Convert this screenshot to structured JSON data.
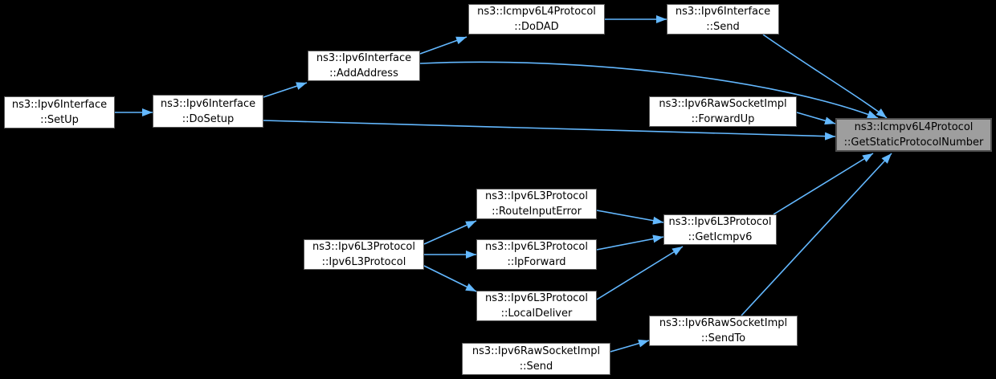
{
  "diagram": {
    "kind": "doxygen-call-graph",
    "background_color": "#000000",
    "arrow_color": "#63b8ff",
    "node_fill": "#ffffff",
    "node_border": "#5a5a5a",
    "highlight_fill": "#9e9e9e",
    "highlight_border": "#4f4f4f"
  },
  "nodes": {
    "setup": {
      "line1": "ns3::Ipv6Interface",
      "line2": "::SetUp"
    },
    "dosetup": {
      "line1": "ns3::Ipv6Interface",
      "line2": "::DoSetup"
    },
    "addaddress": {
      "line1": "ns3::Ipv6Interface",
      "line2": "::AddAddress"
    },
    "dodad": {
      "line1": "ns3::Icmpv6L4Protocol",
      "line2": "::DoDAD"
    },
    "send_iface": {
      "line1": "ns3::Ipv6Interface",
      "line2": "::Send"
    },
    "forwardup": {
      "line1": "ns3::Ipv6RawSocketImpl",
      "line2": "::ForwardUp"
    },
    "getstatic": {
      "line1": "ns3::Icmpv6L4Protocol",
      "line2": "::GetStaticProtocolNumber"
    },
    "routeinput": {
      "line1": "ns3::Ipv6L3Protocol",
      "line2": "::RouteInputError"
    },
    "ctor": {
      "line1": "ns3::Ipv6L3Protocol",
      "line2": "::Ipv6L3Protocol"
    },
    "ipforward": {
      "line1": "ns3::Ipv6L3Protocol",
      "line2": "::IpForward"
    },
    "geticmpv6": {
      "line1": "ns3::Ipv6L3Protocol",
      "line2": "::GetIcmpv6"
    },
    "localdeliver": {
      "line1": "ns3::Ipv6L3Protocol",
      "line2": "::LocalDeliver"
    },
    "sendto": {
      "line1": "ns3::Ipv6RawSocketImpl",
      "line2": "::SendTo"
    },
    "send_raw": {
      "line1": "ns3::Ipv6RawSocketImpl",
      "line2": "::Send"
    }
  },
  "edges": [
    {
      "from": "ns3::Ipv6Interface::SetUp",
      "to": "ns3::Ipv6Interface::DoSetup"
    },
    {
      "from": "ns3::Ipv6Interface::DoSetup",
      "to": "ns3::Ipv6Interface::AddAddress"
    },
    {
      "from": "ns3::Ipv6Interface::DoSetup",
      "to": "ns3::Icmpv6L4Protocol::GetStaticProtocolNumber"
    },
    {
      "from": "ns3::Ipv6Interface::AddAddress",
      "to": "ns3::Icmpv6L4Protocol::DoDAD"
    },
    {
      "from": "ns3::Ipv6Interface::AddAddress",
      "to": "ns3::Icmpv6L4Protocol::GetStaticProtocolNumber"
    },
    {
      "from": "ns3::Icmpv6L4Protocol::DoDAD",
      "to": "ns3::Ipv6Interface::Send"
    },
    {
      "from": "ns3::Ipv6Interface::Send",
      "to": "ns3::Icmpv6L4Protocol::GetStaticProtocolNumber"
    },
    {
      "from": "ns3::Ipv6RawSocketImpl::ForwardUp",
      "to": "ns3::Icmpv6L4Protocol::GetStaticProtocolNumber"
    },
    {
      "from": "ns3::Ipv6L3Protocol::Ipv6L3Protocol",
      "to": "ns3::Ipv6L3Protocol::RouteInputError"
    },
    {
      "from": "ns3::Ipv6L3Protocol::Ipv6L3Protocol",
      "to": "ns3::Ipv6L3Protocol::IpForward"
    },
    {
      "from": "ns3::Ipv6L3Protocol::Ipv6L3Protocol",
      "to": "ns3::Ipv6L3Protocol::LocalDeliver"
    },
    {
      "from": "ns3::Ipv6L3Protocol::RouteInputError",
      "to": "ns3::Ipv6L3Protocol::GetIcmpv6"
    },
    {
      "from": "ns3::Ipv6L3Protocol::IpForward",
      "to": "ns3::Ipv6L3Protocol::GetIcmpv6"
    },
    {
      "from": "ns3::Ipv6L3Protocol::LocalDeliver",
      "to": "ns3::Ipv6L3Protocol::GetIcmpv6"
    },
    {
      "from": "ns3::Ipv6L3Protocol::GetIcmpv6",
      "to": "ns3::Icmpv6L4Protocol::GetStaticProtocolNumber"
    },
    {
      "from": "ns3::Ipv6RawSocketImpl::SendTo",
      "to": "ns3::Icmpv6L4Protocol::GetStaticProtocolNumber"
    },
    {
      "from": "ns3::Ipv6RawSocketImpl::Send",
      "to": "ns3::Ipv6RawSocketImpl::SendTo"
    }
  ]
}
